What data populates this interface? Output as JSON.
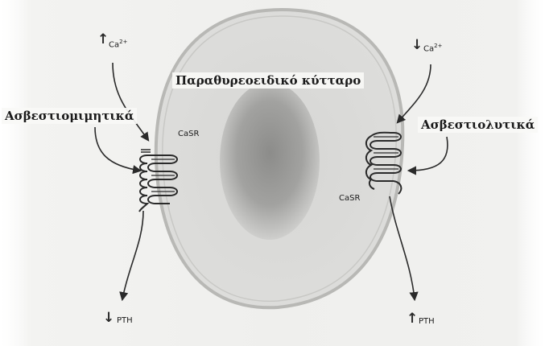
{
  "cell": {
    "title": "Παραθυρεοειδικό κύτταρο"
  },
  "left": {
    "drug_label": "Ασβεστιομιμητικά",
    "ion_base": "Ca",
    "ion_charge": "2+",
    "ion_direction_icon": "up-arrow-icon",
    "receptor_label": "CaSR",
    "hormone_label": "PTH",
    "hormone_direction_icon": "down-arrow-icon"
  },
  "right": {
    "drug_label": "Ασβεστιολυτικά",
    "ion_base": "Ca",
    "ion_charge": "2+",
    "ion_direction_icon": "down-arrow-icon",
    "receptor_label": "CaSR",
    "hormone_label": "PTH",
    "hormone_direction_icon": "up-arrow-icon"
  },
  "colors": {
    "background": "#f0f0ee",
    "membrane": "#c9c9c6",
    "nucleus": "#9a9a98",
    "line": "#2a2a2a"
  }
}
